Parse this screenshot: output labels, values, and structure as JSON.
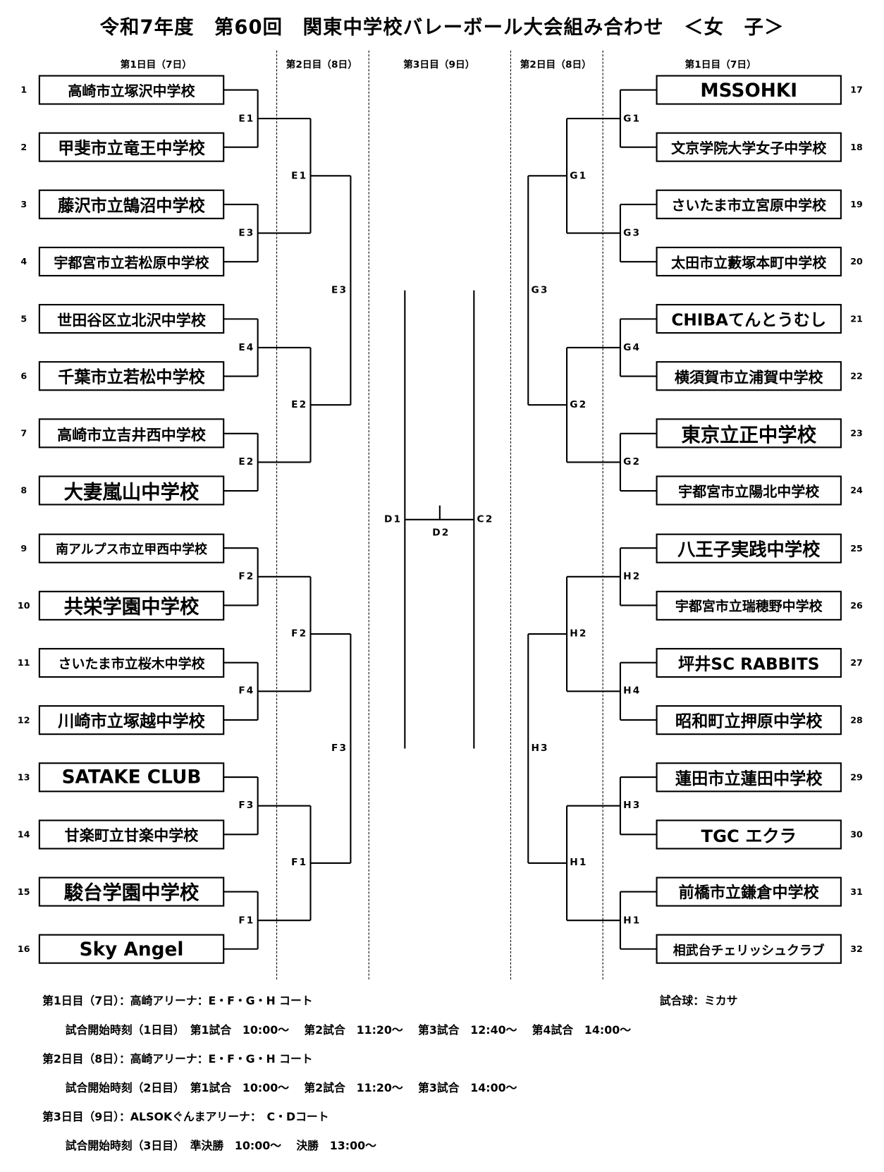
{
  "title": "令和7年度　第60回　関東中学校バレーボール大会組み合わせ　＜女　子＞",
  "day_headers": [
    "第1日目（7日）",
    "第2日目（8日）",
    "第3日目（9日）",
    "第2日目（8日）",
    "第1日目（7日）"
  ],
  "left_teams": [
    {
      "no": "1",
      "name": "高崎市立塚沢中学校"
    },
    {
      "no": "2",
      "name": "甲斐市立竜王中学校"
    },
    {
      "no": "3",
      "name": "藤沢市立鵠沼中学校"
    },
    {
      "no": "4",
      "name": "宇都宮市立若松原中学校"
    },
    {
      "no": "5",
      "name": "世田谷区立北沢中学校"
    },
    {
      "no": "6",
      "name": "千葉市立若松中学校"
    },
    {
      "no": "7",
      "name": "高崎市立吉井西中学校"
    },
    {
      "no": "8",
      "name": "大妻嵐山中学校"
    },
    {
      "no": "9",
      "name": "南アルプス市立甲西中学校"
    },
    {
      "no": "10",
      "name": "共栄学園中学校"
    },
    {
      "no": "11",
      "name": "さいたま市立桜木中学校"
    },
    {
      "no": "12",
      "name": "川崎市立塚越中学校"
    },
    {
      "no": "13",
      "name": "SATAKE CLUB"
    },
    {
      "no": "14",
      "name": "甘楽町立甘楽中学校"
    },
    {
      "no": "15",
      "name": "駿台学園中学校"
    },
    {
      "no": "16",
      "name": "Sky Angel"
    }
  ],
  "right_teams": [
    {
      "no": "17",
      "name": "MSSOHKI"
    },
    {
      "no": "18",
      "name": "文京学院大学女子中学校"
    },
    {
      "no": "19",
      "name": "さいたま市立宮原中学校"
    },
    {
      "no": "20",
      "name": "太田市立藪塚本町中学校"
    },
    {
      "no": "21",
      "name": "CHIBAてんとうむし"
    },
    {
      "no": "22",
      "name": "横須賀市立浦賀中学校"
    },
    {
      "no": "23",
      "name": "東京立正中学校"
    },
    {
      "no": "24",
      "name": "宇都宮市立陽北中学校"
    },
    {
      "no": "25",
      "name": "八王子実践中学校"
    },
    {
      "no": "26",
      "name": "宇都宮市立瑞穂野中学校"
    },
    {
      "no": "27",
      "name": "坪井SC RABBITS"
    },
    {
      "no": "28",
      "name": "昭和町立押原中学校"
    },
    {
      "no": "29",
      "name": "蓮田市立蓮田中学校"
    },
    {
      "no": "30",
      "name": "TGC エクラ"
    },
    {
      "no": "31",
      "name": "前橋市立鎌倉中学校"
    },
    {
      "no": "32",
      "name": "相武台チェリッシュクラブ"
    }
  ],
  "left_matches": {
    "round1": [
      "E1",
      "E3",
      "E4",
      "E2",
      "F2",
      "F4",
      "F3",
      "F1"
    ],
    "round2": [
      "E1",
      "E2",
      "F2",
      "F1"
    ],
    "round3": [
      "E3",
      "F3"
    ]
  },
  "right_matches": {
    "round1": [
      "G1",
      "G3",
      "G4",
      "G2",
      "H2",
      "H4",
      "H3",
      "H1"
    ],
    "round2": [
      "G1",
      "G2",
      "H2",
      "H1"
    ],
    "round3": [
      "G3",
      "H3"
    ]
  },
  "final": {
    "left_label": "D1",
    "center_label": "D2",
    "right_label": "C2"
  },
  "footer": {
    "day1_venue": "第1日目（7日）：高崎アリーナ：E・F・G・H コート",
    "ball": "試合球：ミカサ",
    "day1_times": "試合開始時刻（1日目）　第1試合　10:00～　 第2試合　11:20～　 第3試合　12:40～　 第4試合　14:00～",
    "day2_venue": "第2日目（8日）：高崎アリーナ：E・F・G・H コート",
    "day2_times": "試合開始時刻（2日目）　第1試合　10:00～　 第2試合　11:20～　 第3試合　14:00～",
    "day3_venue": "第3日目（9日）：ALSOKぐんまアリーナ：　C・Dコート",
    "day3_times": "試合開始時刻（3日目）　準決勝　10:00～　 決勝　13:00～"
  }
}
